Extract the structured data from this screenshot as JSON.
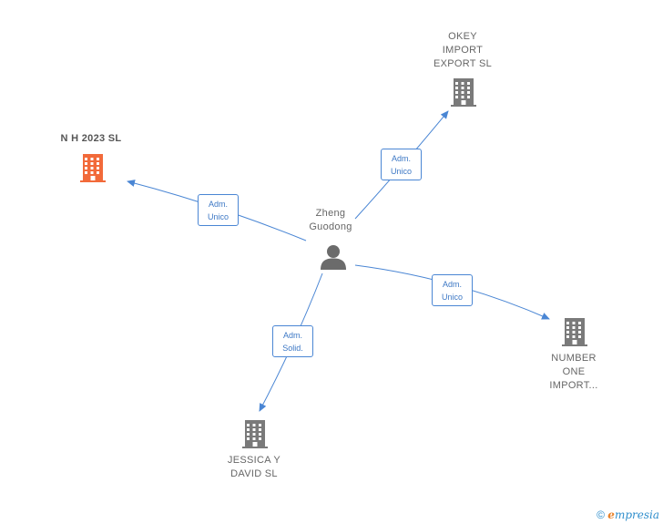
{
  "center": {
    "name_lines": [
      "Zheng",
      "Guodong"
    ],
    "icon": "person-icon"
  },
  "companies": [
    {
      "id": "okey",
      "name_lines": [
        "OKEY",
        "IMPORT",
        "EXPORT SL"
      ],
      "icon": "building-icon",
      "color": "#7a7a7a"
    },
    {
      "id": "nh2023",
      "name_lines": [
        "N H 2023  SL"
      ],
      "icon": "building-icon",
      "color": "#f26a3a"
    },
    {
      "id": "number-one",
      "name_lines": [
        "NUMBER",
        "ONE",
        "IMPORT..."
      ],
      "icon": "building-icon",
      "color": "#7a7a7a"
    },
    {
      "id": "jessica",
      "name_lines": [
        "JESSICA Y",
        "DAVID  SL"
      ],
      "icon": "building-icon",
      "color": "#7a7a7a"
    }
  ],
  "relations": [
    {
      "to": "okey",
      "lines": [
        "Adm.",
        "Unico"
      ]
    },
    {
      "to": "nh2023",
      "lines": [
        "Adm.",
        "Unico"
      ]
    },
    {
      "to": "number-one",
      "lines": [
        "Adm.",
        "Unico"
      ]
    },
    {
      "to": "jessica",
      "lines": [
        "Adm.",
        "Solid."
      ]
    }
  ],
  "colors": {
    "edge": "#4a86d4",
    "label_text": "#3d78c5",
    "building_default": "#7a7a7a",
    "building_highlight": "#f26a3a"
  },
  "footer": {
    "copyright": "©",
    "brand_initial": "e",
    "brand_rest": "mpresia"
  }
}
